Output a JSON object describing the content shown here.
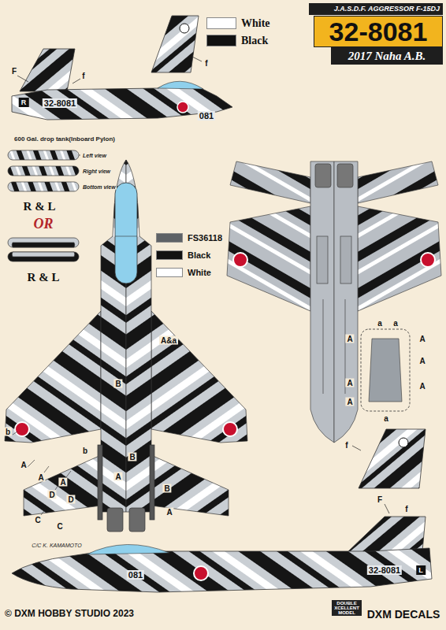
{
  "diagram": {
    "title": "J.A.S.D.F. AGGRESSOR F-15DJ",
    "caption": "© DXM HOBBY STUDIO 2023",
    "nodes": [
      {
        "text": [
          "32-8081"
        ]
      },
      {
        "text": [
          "2017 Naha A.B."
        ]
      }
    ],
    "labels": [
      "f",
      "F",
      "f",
      "R",
      "32-8081",
      "081",
      "600 Gal. drop tank(Inboard Pylon)",
      "Left view",
      "Right view",
      "Bottom view",
      "R & L",
      "OR",
      "R & L",
      "A&a",
      "B",
      "b",
      "A",
      "A",
      "A",
      "b",
      "B",
      "A",
      "D",
      "D",
      "C",
      "C",
      "B",
      "A",
      "a",
      "a",
      "A",
      "A",
      "A",
      "A",
      "A",
      "A",
      "a",
      "f",
      "F",
      "f",
      "32-8081",
      "L",
      "081",
      "C/C K. KAMAMOTO",
      "DOUBLE XCELLENT MODEL",
      "DXM DECALS"
    ],
    "legend": [
      {
        "text": "White",
        "color": "#ffffff"
      },
      {
        "text": "Black",
        "color": "#111111"
      },
      {
        "text": "FS36118",
        "color": "#5e6266"
      },
      {
        "text": "Black",
        "color": "#111111"
      },
      {
        "text": "White",
        "color": "#ffffff"
      }
    ]
  }
}
